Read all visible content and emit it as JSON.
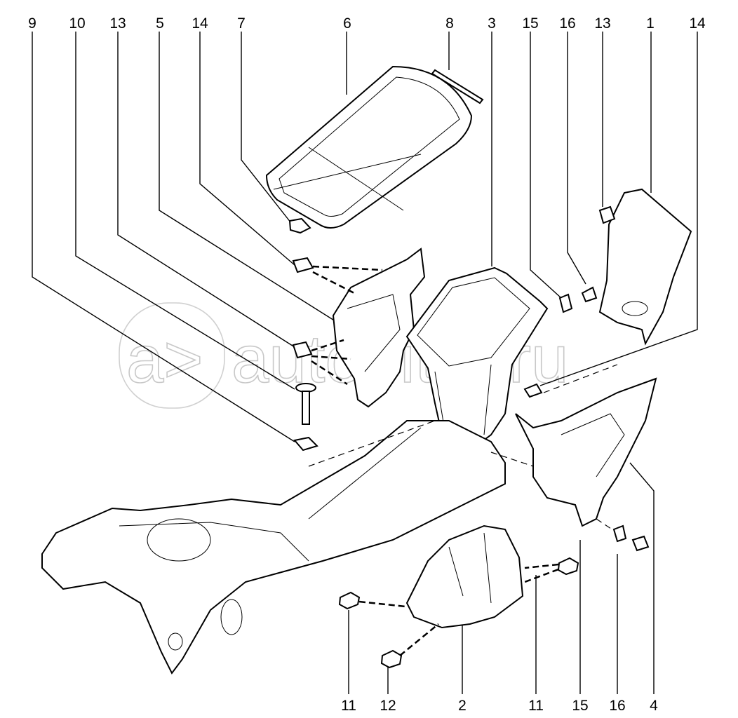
{
  "diagram": {
    "title": "Center console assembly — exploded view",
    "watermark": {
      "logo_text": "a>",
      "site_text": "autopiter.ru"
    },
    "callouts_top": [
      {
        "id": "9"
      },
      {
        "id": "10"
      },
      {
        "id": "13"
      },
      {
        "id": "5"
      },
      {
        "id": "14"
      },
      {
        "id": "7"
      },
      {
        "id": "6"
      },
      {
        "id": "8"
      },
      {
        "id": "3"
      },
      {
        "id": "15"
      },
      {
        "id": "16"
      },
      {
        "id": "13"
      },
      {
        "id": "1"
      },
      {
        "id": "14"
      }
    ],
    "callouts_bottom": [
      {
        "id": "11"
      },
      {
        "id": "12"
      },
      {
        "id": "2"
      },
      {
        "id": "11"
      },
      {
        "id": "15"
      },
      {
        "id": "16"
      },
      {
        "id": "4"
      }
    ],
    "parts": [
      {
        "name": "armrest-lid",
        "callout": "6"
      },
      {
        "name": "lid-seal-strip",
        "callout": "8"
      },
      {
        "name": "hinge-clip",
        "callout": "7"
      },
      {
        "name": "left-side-bracket",
        "callout": "5"
      },
      {
        "name": "storage-bin",
        "callout": "3"
      },
      {
        "name": "rear-trim-panel",
        "callout": "1"
      },
      {
        "name": "right-side-panel",
        "callout": "4"
      },
      {
        "name": "console-base",
        "callout": "none"
      },
      {
        "name": "mounting-bracket",
        "callout": "2"
      },
      {
        "name": "bolt",
        "callout": "10"
      },
      {
        "name": "clip-nut",
        "callout": "9"
      },
      {
        "name": "nut",
        "callout": "11"
      },
      {
        "name": "flange-nut",
        "callout": "12"
      },
      {
        "name": "clip",
        "callout": "13"
      },
      {
        "name": "clip",
        "callout": "14"
      },
      {
        "name": "spring-nut",
        "callout": "15"
      },
      {
        "name": "screw",
        "callout": "16"
      }
    ]
  }
}
